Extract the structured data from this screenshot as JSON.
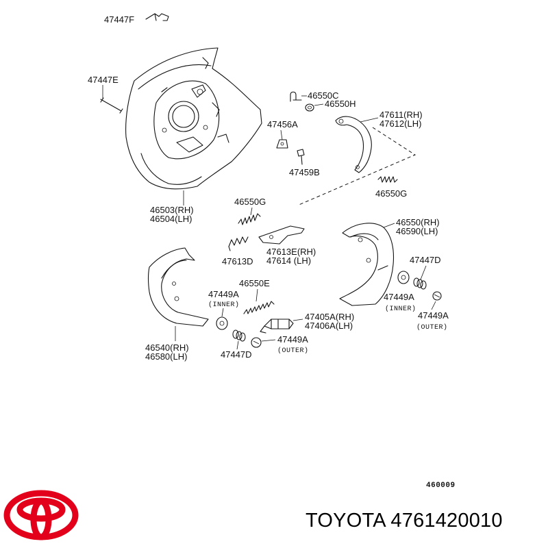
{
  "labels": {
    "p47447F": "47447F",
    "p47447E": "47447E",
    "p46503": "46503(RH)",
    "p46504": "46504(LH)",
    "p46550C": "46550C",
    "p46550H": "46550H",
    "p47456A": "47456A",
    "p47459B": "47459B",
    "p47611": "47611(RH)",
    "p47612": "47612(LH)",
    "p46550G_top": "46550G",
    "p46550G_left": "46550G",
    "p47613D": "47613D",
    "p47613E": "47613E(RH)",
    "p47614": "47614 (LH)",
    "p46550": "46550(RH)",
    "p46590": "46590(LH)",
    "p47447D_right": "47447D",
    "p47449A_inner_right": "47449A",
    "inner_right": "(INNER)",
    "p47449A_outer_right": "47449A",
    "outer_right": "(OUTER)",
    "p46550E": "46550E",
    "p47449A_inner_left": "47449A",
    "inner_left": "(INNER)",
    "p47405A": "47405A(RH)",
    "p47406A": "47406A(LH)",
    "p47449A_outer_mid": "47449A",
    "outer_mid": "(OUTER)",
    "p46540": "46540(RH)",
    "p46580": "46580(LH)",
    "p47447D_left": "47447D",
    "diagram_code": "460009"
  },
  "brand_text": "TOYOTA 4761420010",
  "logo_color": "#e2001a"
}
